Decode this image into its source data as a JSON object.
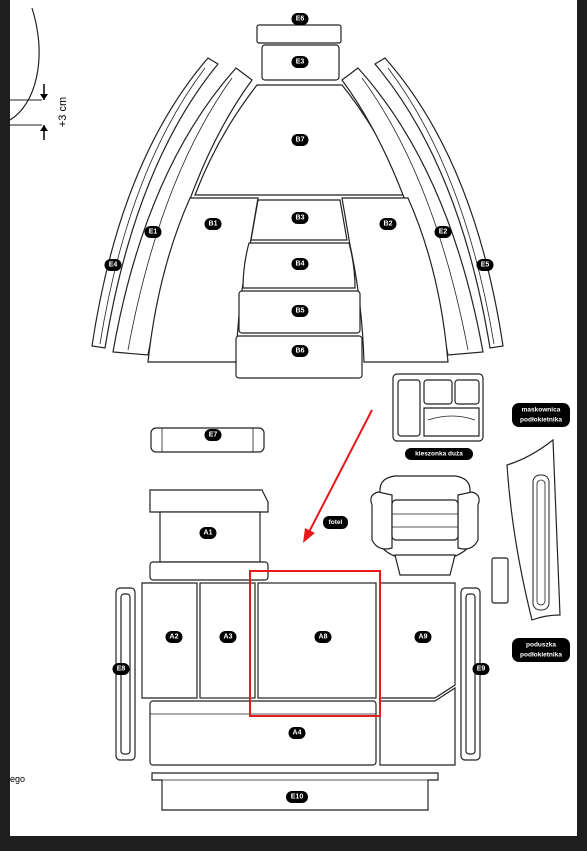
{
  "badges": {
    "E6": "E6",
    "E3": "E3",
    "B7": "B7",
    "E1": "E1",
    "B1": "B1",
    "B3": "B3",
    "B2": "B2",
    "E2": "E2",
    "E4": "E4",
    "B4": "B4",
    "E5": "E5",
    "B5": "B5",
    "B6": "B6",
    "E7": "E7",
    "A1": "A1",
    "A2": "A2",
    "A3": "A3",
    "A8": "A8",
    "A9": "A9",
    "E8": "E8",
    "E9": "E9",
    "A4": "A4",
    "E10": "E10"
  },
  "labels": {
    "fotel": "fotel",
    "kieszonka": "kieszonka duża",
    "maskownica_l1": "maskownica",
    "maskownica_l2": "podłokietnika",
    "poduszka_l1": "poduszka",
    "poduszka_l2": "podłokietnika"
  },
  "dimension_note": "+3 cm",
  "partial_text": "ego",
  "colors": {
    "highlight": "#e8191b",
    "arrow": "#e8191b",
    "badge": "#000000"
  }
}
